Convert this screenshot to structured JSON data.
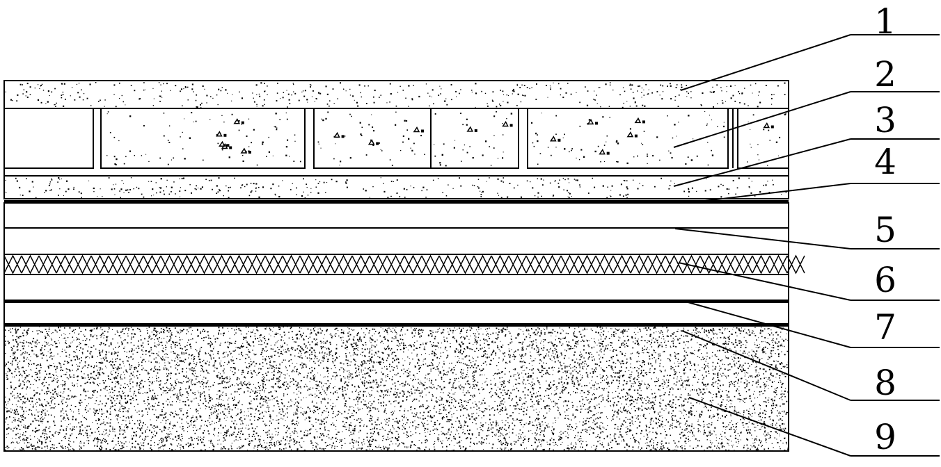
{
  "diagram": {
    "colors": {
      "ink": "#000000",
      "paper": "#ffffff"
    },
    "callouts": [
      {
        "label": "1",
        "layer": "top-dotted-layer"
      },
      {
        "label": "2",
        "layer": "block-layer"
      },
      {
        "label": "3",
        "layer": "lower-dotted-layer"
      },
      {
        "label": "4",
        "layer": "thick-line-upper"
      },
      {
        "label": "5",
        "layer": "blank-layer-upper"
      },
      {
        "label": "6",
        "layer": "crosshatch-layer"
      },
      {
        "label": "7",
        "layer": "thick-line-lower"
      },
      {
        "label": "8",
        "layer": "bottom-boundary-line"
      },
      {
        "label": "9",
        "layer": "dense-fill-base-layer"
      }
    ]
  }
}
